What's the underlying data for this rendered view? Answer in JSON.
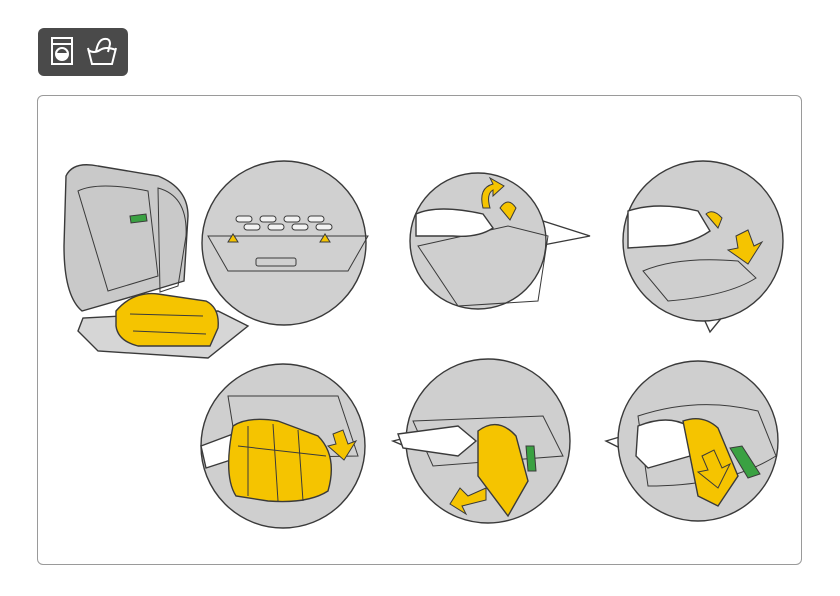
{
  "document": {
    "care_symbols": [
      "machine-wash-icon",
      "hand-wash-icon"
    ],
    "colors": {
      "badge_bg": "#4a4a4a",
      "seat_grey": "#c9c9c9",
      "cover_yellow": "#f5c400",
      "strap_green": "#3aa142",
      "arrow_yellow": "#f5c400",
      "frame_border": "#9a9a9a"
    },
    "steps": [
      {
        "id": 1,
        "content": "seat-overview-with-zoom"
      },
      {
        "id": 2,
        "content": "unhook-cover-hook"
      },
      {
        "id": 3,
        "content": "push-clip-down"
      },
      {
        "id": 4,
        "content": "pull-seat-cushion-cover"
      },
      {
        "id": 5,
        "content": "pull-cover-sideways"
      },
      {
        "id": 6,
        "content": "peel-side-cover"
      }
    ]
  }
}
